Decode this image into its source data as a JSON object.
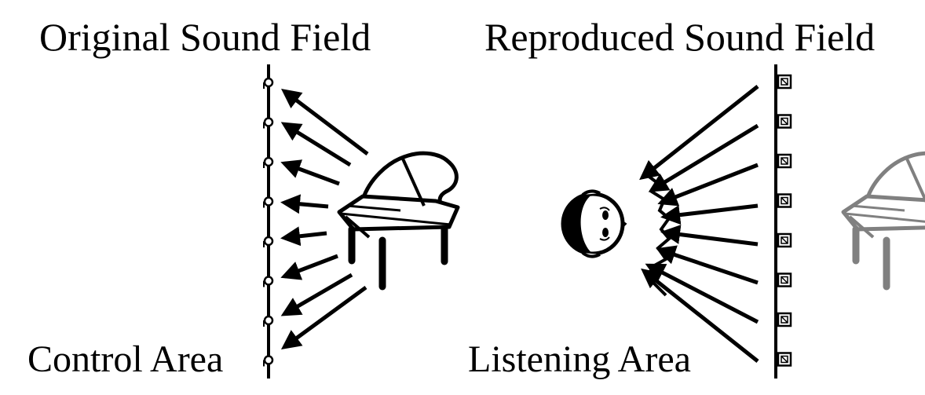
{
  "titles": {
    "original": "Original Sound Field",
    "reproduced": "Reproduced Sound Field"
  },
  "labels": {
    "control_area": "Control Area",
    "listening_area": "Listening Area"
  },
  "colors": {
    "ink": "#000000",
    "ghost": "#808080"
  },
  "icons": {
    "source": "grand-piano-icon",
    "virtual_source": "grand-piano-icon",
    "listener": "listener-head-icon",
    "microphone": "microphone-icon",
    "loudspeaker": "loudspeaker-icon"
  },
  "counts": {
    "microphones": 8,
    "loudspeakers": 8
  }
}
